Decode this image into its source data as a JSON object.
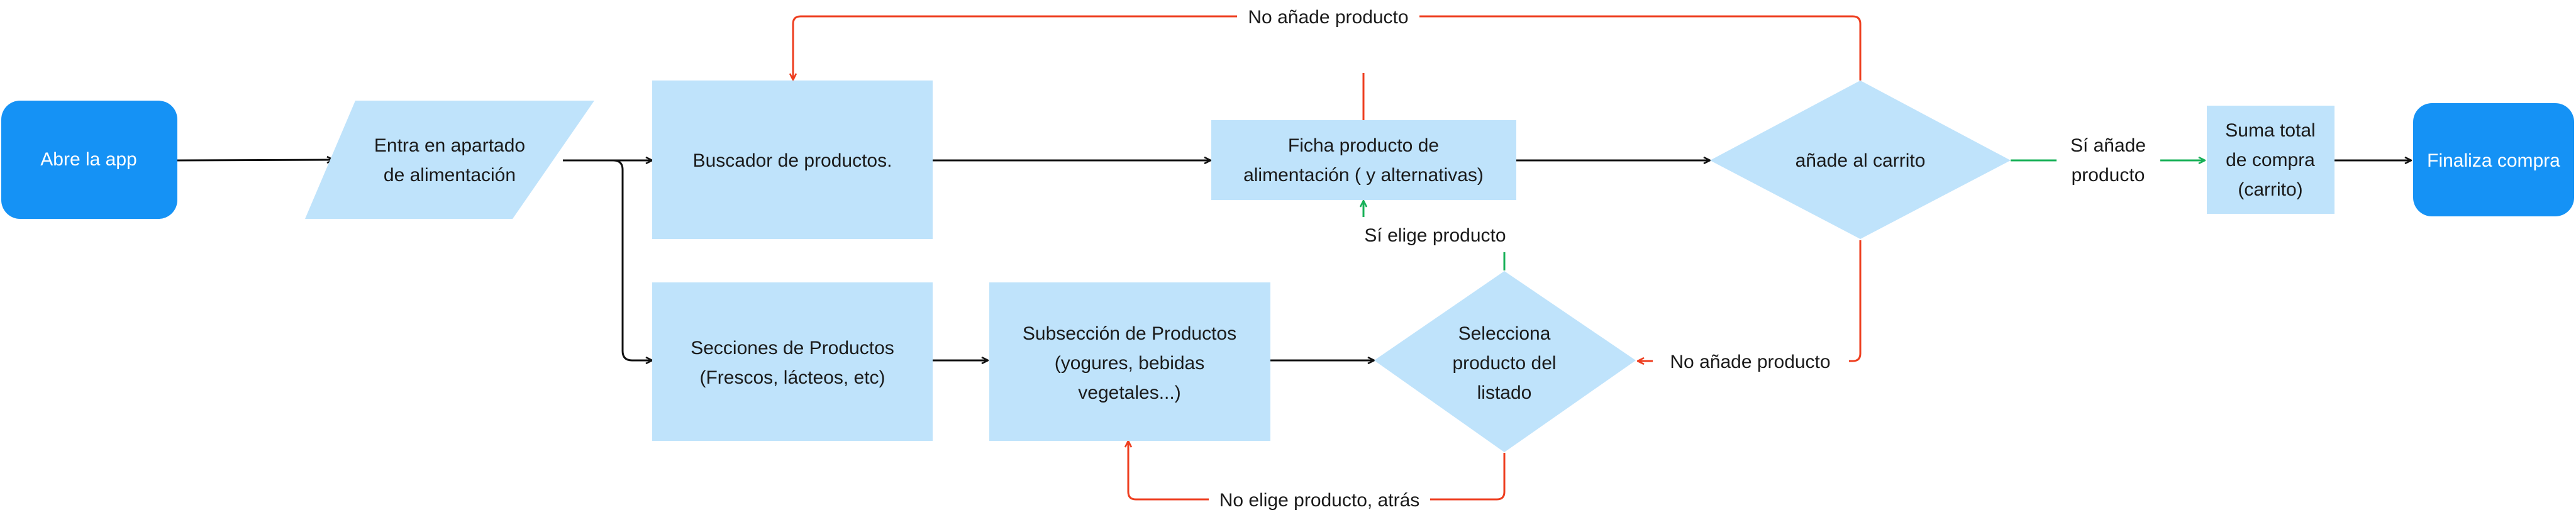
{
  "diagram": {
    "colors": {
      "terminal": "#1592f5",
      "process": "#bfe3fb",
      "black_arrow": "#111111",
      "no_arrow": "#ee3e1f",
      "yes_arrow": "#17b057"
    },
    "nodes": {
      "start": {
        "lines": [
          "Abre la app"
        ]
      },
      "enter_food": {
        "lines": [
          "Entra en apartado",
          "de alimentación"
        ]
      },
      "search": {
        "lines": [
          "Buscador de productos."
        ]
      },
      "sections": {
        "lines": [
          "Secciones de Productos",
          "(Frescos, lácteos, etc)"
        ]
      },
      "subsections": {
        "lines": [
          "Subsección de Productos",
          "(yogures, bebidas",
          "vegetales...)"
        ]
      },
      "product_sheet": {
        "lines": [
          "Ficha producto de",
          "alimentación ( y alternativas)"
        ]
      },
      "select_decision": {
        "lines": [
          "Selecciona",
          "producto del",
          "listado"
        ]
      },
      "add_decision": {
        "lines": [
          "añade al carrito"
        ]
      },
      "cart_total": {
        "lines": [
          "Suma total",
          "de compra",
          "(carrito)"
        ]
      },
      "finish": {
        "lines": [
          "Finaliza compra"
        ]
      }
    },
    "edge_labels": {
      "top_no_add": "No añade producto",
      "yes_chooses": "Sí elige producto",
      "right_no_add": "No añade producto",
      "no_chooses_back": "No elige producto, atrás",
      "yes_adds": [
        "Sí añade",
        "producto"
      ]
    }
  }
}
